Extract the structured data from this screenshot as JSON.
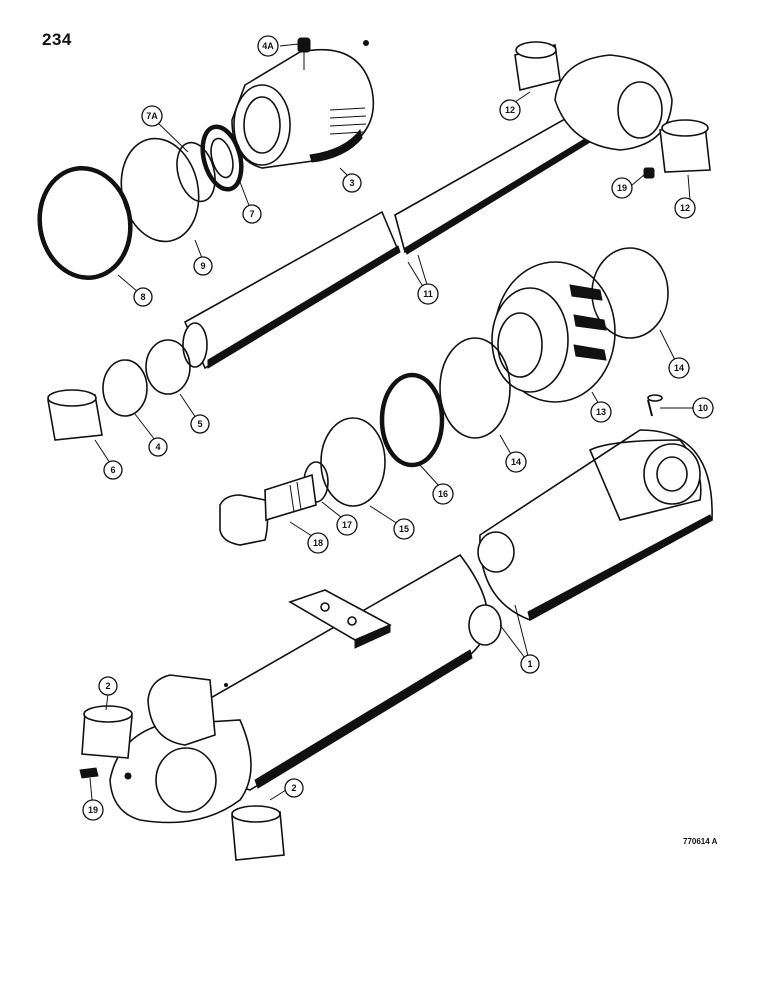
{
  "page": {
    "number": "234",
    "figure_code": "770614 A"
  },
  "callouts": [
    {
      "id": "c-4a",
      "label": "4A"
    },
    {
      "id": "c-7a",
      "label": "7A"
    },
    {
      "id": "c-3",
      "label": "3"
    },
    {
      "id": "c-7",
      "label": "7"
    },
    {
      "id": "c-9",
      "label": "9"
    },
    {
      "id": "c-8",
      "label": "8"
    },
    {
      "id": "c-12a",
      "label": "12"
    },
    {
      "id": "c-12b",
      "label": "12"
    },
    {
      "id": "c-19a",
      "label": "19"
    },
    {
      "id": "c-11",
      "label": "11"
    },
    {
      "id": "c-14a",
      "label": "14"
    },
    {
      "id": "c-14b",
      "label": "14"
    },
    {
      "id": "c-13",
      "label": "13"
    },
    {
      "id": "c-10",
      "label": "10"
    },
    {
      "id": "c-6",
      "label": "6"
    },
    {
      "id": "c-4",
      "label": "4"
    },
    {
      "id": "c-5",
      "label": "5"
    },
    {
      "id": "c-16",
      "label": "16"
    },
    {
      "id": "c-15",
      "label": "15"
    },
    {
      "id": "c-17",
      "label": "17"
    },
    {
      "id": "c-18",
      "label": "18"
    },
    {
      "id": "c-1",
      "label": "1"
    },
    {
      "id": "c-2a",
      "label": "2"
    },
    {
      "id": "c-2b",
      "label": "2"
    },
    {
      "id": "c-19b",
      "label": "19"
    }
  ]
}
